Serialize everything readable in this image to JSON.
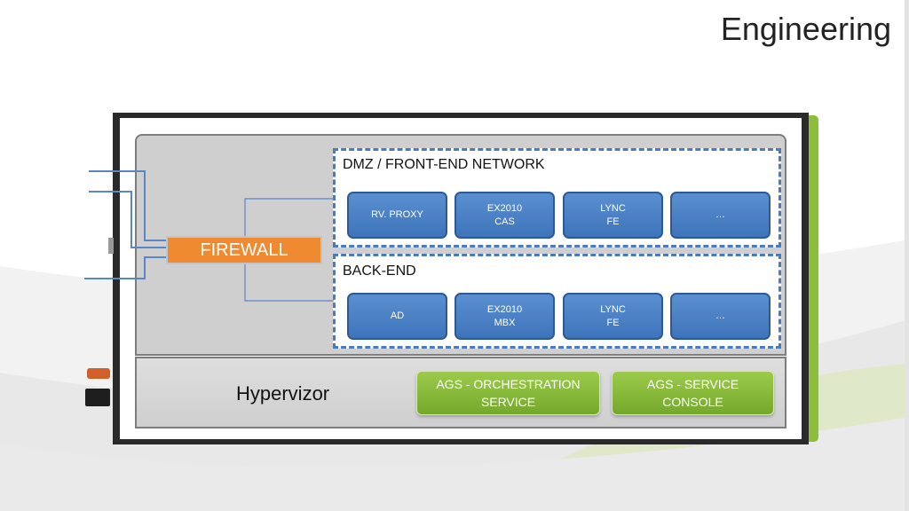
{
  "title": "Engineering",
  "dmz": {
    "label": "DMZ / FRONT-END NETWORK",
    "items": [
      {
        "label": "RV. PROXY"
      },
      {
        "label": "EX2010\nCAS"
      },
      {
        "label": "LYNC\nFE"
      },
      {
        "label": "…"
      }
    ]
  },
  "backend": {
    "label": "BACK-END",
    "items": [
      {
        "label": "AD"
      },
      {
        "label": "EX2010\nMBX"
      },
      {
        "label": "LYNC\nFE"
      },
      {
        "label": "…"
      }
    ]
  },
  "firewall": {
    "label": "FIREWALL",
    "color": "#f08a30"
  },
  "hypervisor": {
    "label": "Hypervizor",
    "services": [
      {
        "label": "AGS - ORCHESTRATION\nSERVICE"
      },
      {
        "label": "AGS  - SERVICE\nCONSOLE"
      }
    ]
  },
  "colors": {
    "node_blue": "#4a80c4",
    "zone_border": "#4a7abf",
    "service_green": "#8cbd3b",
    "frame": "#2a2a2a"
  }
}
